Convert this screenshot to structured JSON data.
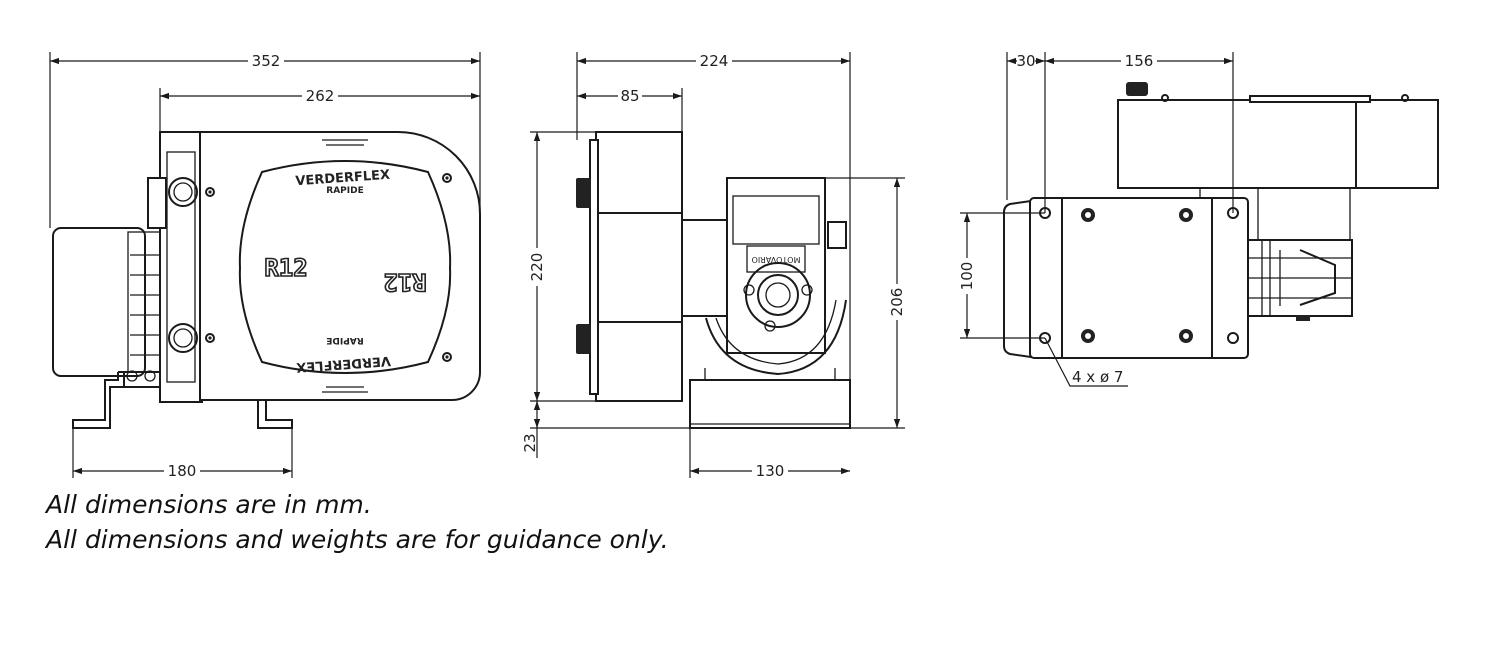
{
  "front_view": {
    "dim_overall_width": "352",
    "dim_body_width": "262",
    "dim_foot_width": "180",
    "brand_top": "VERDERFLEX",
    "brand_sub_top": "RAPIDE",
    "model_left": "R12",
    "model_right": "R12",
    "brand_bottom": "VERDERFLEX",
    "brand_sub_bottom": "RAPIDE"
  },
  "side_view": {
    "dim_overall_depth": "224",
    "dim_head_depth": "85",
    "dim_head_height": "220",
    "dim_foot_height": "23",
    "dim_motor_height": "206",
    "dim_base_width": "130",
    "motor_label": "MOTOVARIO"
  },
  "top_view": {
    "dim_offset": "30",
    "dim_hole_spacing_x": "156",
    "dim_hole_spacing_y": "100",
    "hole_callout": "4 x ø 7"
  },
  "notes": [
    "All dimensions are in mm.",
    "All dimensions and weights are for guidance only."
  ]
}
